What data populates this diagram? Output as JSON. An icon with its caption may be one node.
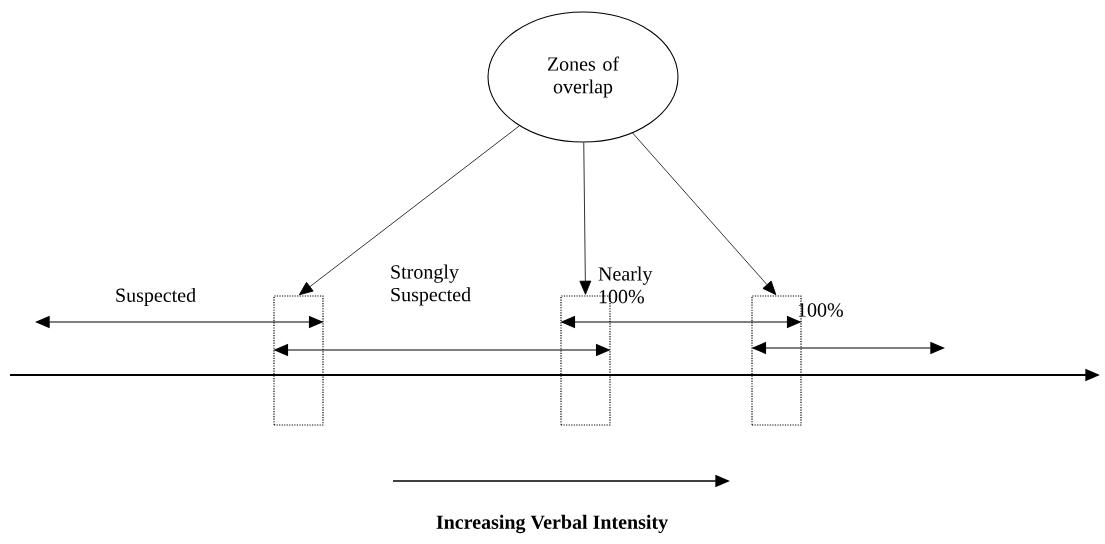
{
  "diagram": {
    "nodes": [
      {
        "text": [
          "Zones of overlap"
        ]
      },
      {
        "text": [],
        "shape": "box"
      },
      {
        "text": [],
        "shape": "box"
      },
      {
        "text": [],
        "shape": "box"
      }
    ],
    "edges": [
      {
        "from": 0,
        "to": 1,
        "arrow": "to"
      },
      {
        "from": 0,
        "to": 2,
        "arrow": "to"
      },
      {
        "from": 0,
        "to": 3,
        "arrow": "to"
      },
      {
        "from": null,
        "to": 1,
        "arrow": "both"
      },
      {
        "from": 1,
        "to": 2,
        "arrow": "both"
      },
      {
        "from": 2,
        "to": 3,
        "arrow": "both"
      },
      {
        "from": 3,
        "to": null,
        "arrow": "both"
      }
    ],
    "labels": [
      "Suspected",
      "Strongly Suspected",
      "Nearly 100%",
      "100%",
      "Increasing Verbal Intensity"
    ]
  }
}
